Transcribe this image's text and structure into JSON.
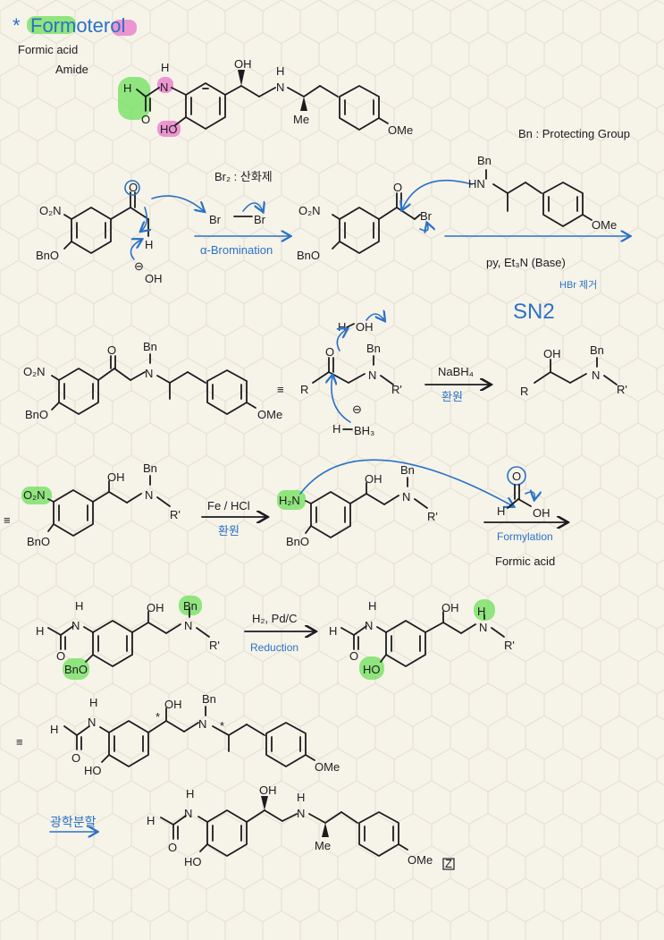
{
  "title": {
    "prefix": "*",
    "name": "Formoterol"
  },
  "groups": {
    "formic_acid": "Formic acid",
    "amide": "Amide"
  },
  "atoms": {
    "H": "H",
    "N": "N",
    "O": "O",
    "HO": "HO",
    "OH": "OH",
    "Me": "Me",
    "OMe": "OMe",
    "O2N": "O₂N",
    "BnO": "BnO",
    "Bn": "Bn",
    "HN": "HN",
    "Br": "Br",
    "R": "R",
    "Rp": "R'",
    "H2N": "H₂N",
    "BH3": "BH₃",
    "minus": "⊖",
    "star": "*",
    "equiv": "≡"
  },
  "notes": {
    "bn_protecting": "Bn : Protecting Group",
    "br2": "Br₂ : 산화제",
    "alpha_bromination": "α-Bromination",
    "base": "py, Et₃N (Base)",
    "hbr": "HBr 제거",
    "sn2": "SN2",
    "nabh4": "NaBH₄",
    "reduction_kr": "환원",
    "fe_hcl": "Fe / HCl",
    "formylation": "Formylation",
    "formic_acid": "Formic acid",
    "h2_pdc": "H₂, Pd/C",
    "reduction": "Reduction",
    "resolution": "광학분할",
    "signature": "Z"
  }
}
